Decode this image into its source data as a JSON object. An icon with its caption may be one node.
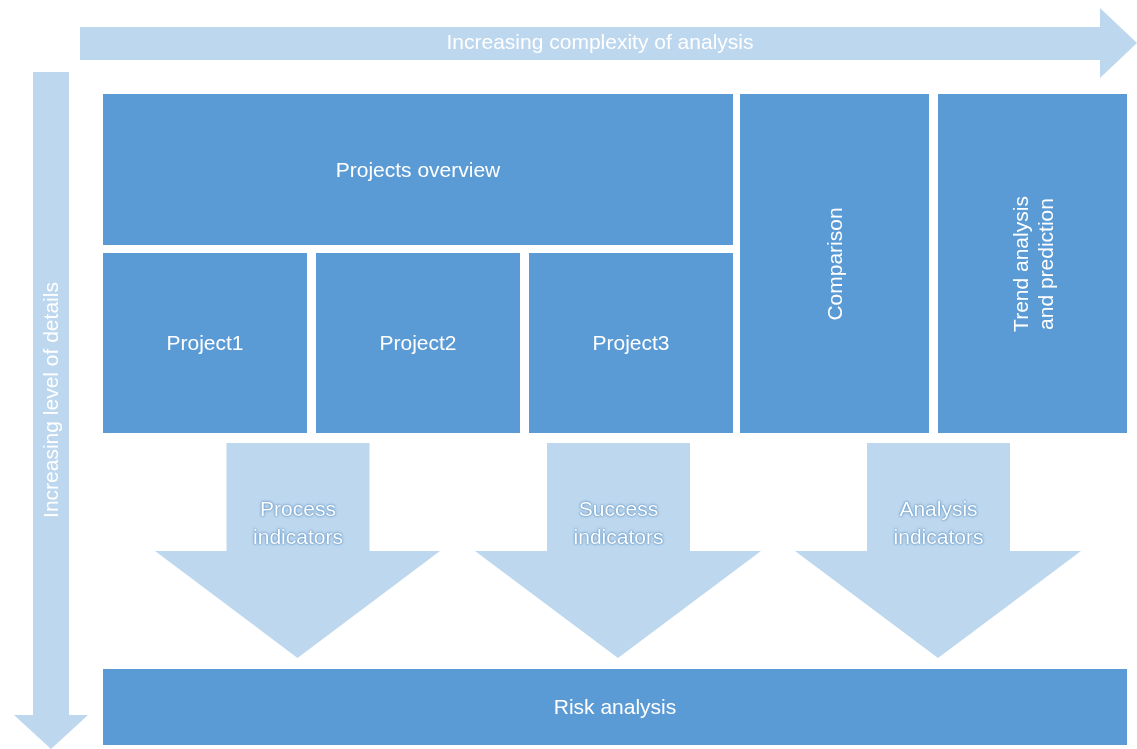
{
  "diagram": {
    "nodes": [
      {
        "text": [
          "Projects overview"
        ]
      },
      {
        "text": [
          "Project1"
        ]
      },
      {
        "text": [
          "Project2"
        ]
      },
      {
        "text": [
          "Project3"
        ]
      },
      {
        "text": [
          "Comparison"
        ]
      },
      {
        "text": [
          "Trend analysis and prediction"
        ]
      },
      {
        "text": [
          "Process indicators"
        ]
      },
      {
        "text": [
          "Success indicators"
        ]
      },
      {
        "text": [
          "Analysis indicators"
        ]
      },
      {
        "text": [
          "Risk analysis"
        ]
      }
    ],
    "edges": [],
    "labels": [
      "Increasing complexity of analysis",
      "Increasing level of details"
    ]
  }
}
